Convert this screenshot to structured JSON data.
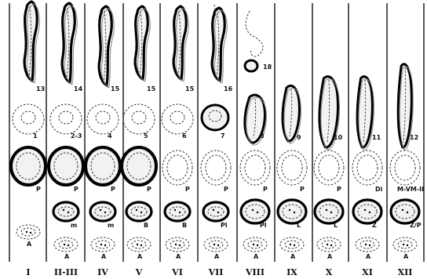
{
  "columns": [
    {
      "stage": "I",
      "labels": {
        "r1": "13",
        "r2": "1",
        "r3": "P",
        "r5": "A"
      }
    },
    {
      "stage": "II-III",
      "labels": {
        "r1": "14",
        "r2": "2-3",
        "r3": "P",
        "r4": "m",
        "r5": "A"
      }
    },
    {
      "stage": "IV",
      "labels": {
        "r1": "15",
        "r2": "4",
        "r3": "P",
        "r4": "m",
        "r5": "A"
      }
    },
    {
      "stage": "V",
      "labels": {
        "r1": "15",
        "r2": "5",
        "r3": "P",
        "r4": "B",
        "r5": "A"
      }
    },
    {
      "stage": "VI",
      "labels": {
        "r1": "15",
        "r2": "6",
        "r3": "P",
        "r4": "B",
        "r5": "A"
      }
    },
    {
      "stage": "VII",
      "labels": {
        "r1": "16",
        "r2": "7",
        "r3": "P",
        "r4": "Pl",
        "r5": "A"
      }
    },
    {
      "stage": "VIII",
      "labels": {
        "r1": "18",
        "r2": "8",
        "r3": "P",
        "r4": "Pl",
        "r5": "A"
      }
    },
    {
      "stage": "IX",
      "labels": {
        "r1": "",
        "r2": "9",
        "r3": "P",
        "r4": "L",
        "r5": "A"
      }
    },
    {
      "stage": "X",
      "labels": {
        "r1": "",
        "r2": "10",
        "r3": "P",
        "r4": "L",
        "r5": "A"
      }
    },
    {
      "stage": "XI",
      "labels": {
        "r1": "",
        "r2": "11",
        "r3": "Di",
        "r4": "Z",
        "r5": "A"
      }
    },
    {
      "stage": "XII",
      "labels": {
        "r1": "",
        "r2": "12",
        "r3": "M-VM-II",
        "r4": "Z/P",
        "r5": "A"
      }
    }
  ]
}
